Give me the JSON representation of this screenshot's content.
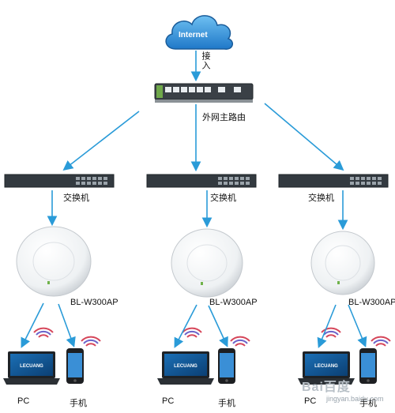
{
  "cloud": {
    "label": "Internet"
  },
  "uplink_label": "接入",
  "router": {
    "label": "外网主路由"
  },
  "branches": [
    {
      "switch_label": "交换机",
      "ap_label": "BL-W300AP",
      "laptop_label": "PC",
      "phone_label": "手机",
      "laptop_brand": "LECUANG"
    },
    {
      "switch_label": "交换机",
      "ap_label": "BL-W300AP",
      "laptop_label": "PC",
      "phone_label": "手机",
      "laptop_brand": "LECUANG"
    },
    {
      "switch_label": "交换机",
      "ap_label": "BL-W300AP",
      "laptop_label": "PC",
      "phone_label": "手机",
      "laptop_brand": "LECUANG"
    }
  ],
  "watermark": {
    "logo": "Bai百度",
    "url": "jingyan.baidu.com"
  },
  "colors": {
    "arrow": "#2a9bd8",
    "cloud": "#2f8ed8",
    "device": "#2e3438",
    "wifi_red": "#d6465a",
    "wifi_blue": "#6b63c9"
  }
}
